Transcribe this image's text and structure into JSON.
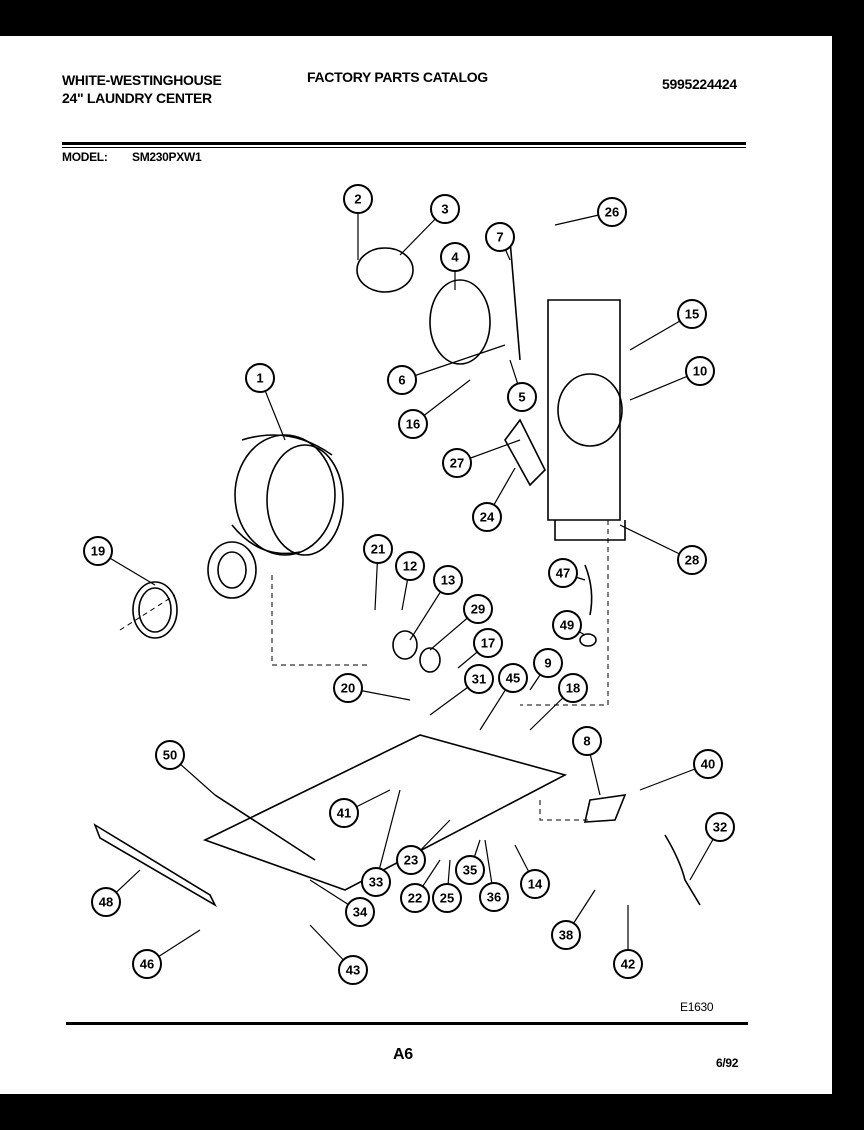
{
  "header": {
    "brand_line1": "WHITE-WESTINGHOUSE",
    "brand_line2": "24\" LAUNDRY CENTER",
    "catalog_title": "FACTORY PARTS CATALOG",
    "catalog_number": "5995224424",
    "model_label": "MODEL:",
    "model_value": "SM230PXW1"
  },
  "footer": {
    "figure_code": "E1630",
    "page_number": "A6",
    "date": "6/92"
  },
  "callouts": [
    "1",
    "2",
    "3",
    "4",
    "5",
    "6",
    "7",
    "8",
    "9",
    "10",
    "12",
    "13",
    "14",
    "15",
    "16",
    "17",
    "18",
    "19",
    "20",
    "21",
    "22",
    "23",
    "24",
    "25",
    "26",
    "27",
    "28",
    "29",
    "31",
    "32",
    "33",
    "34",
    "35",
    "36",
    "38",
    "40",
    "41",
    "42",
    "43",
    "45",
    "46",
    "47",
    "48",
    "49",
    "50"
  ]
}
